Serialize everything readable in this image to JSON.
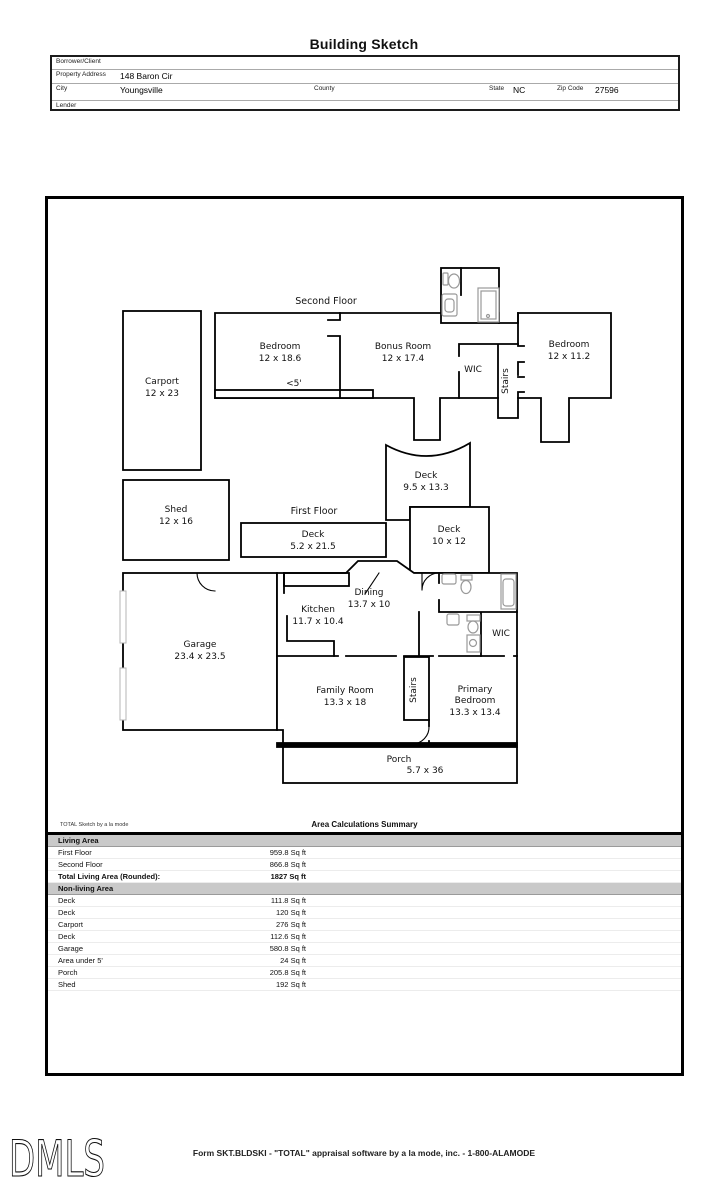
{
  "page": {
    "title": "Building Sketch"
  },
  "header_form": {
    "borrower_label": "Borrower/Client",
    "address_label": "Property Address",
    "address_value": "148 Baron Cir",
    "city_label": "City",
    "city_value": "Youngsville",
    "county_label": "County",
    "state_label": "State",
    "state_value": "NC",
    "zip_label": "Zip Code",
    "zip_value": "27596",
    "lender_label": "Lender"
  },
  "sketch": {
    "second_floor_title": "Second Floor",
    "first_floor_title": "First Floor",
    "rooms": {
      "carport": {
        "name": "Carport",
        "dims": "12 x 23"
      },
      "bedroom_left": {
        "name": "Bedroom",
        "dims": "12 x 18.6"
      },
      "under_five": {
        "name": "<5'"
      },
      "bonus": {
        "name": "Bonus Room",
        "dims": "12 x 17.4"
      },
      "wic_second": {
        "name": "WIC"
      },
      "stairs_second": {
        "name": "Stairs"
      },
      "bedroom_right": {
        "name": "Bedroom",
        "dims": "12 x 11.2"
      },
      "shed": {
        "name": "Shed",
        "dims": "12 x 16"
      },
      "deck_rect": {
        "name": "Deck",
        "dims": "5.2 x 21.5"
      },
      "deck_curved": {
        "name": "Deck",
        "dims": "9.5 x 13.3"
      },
      "deck_small": {
        "name": "Deck",
        "dims": "10 x 12"
      },
      "garage": {
        "name": "Garage",
        "dims": "23.4 x 23.5"
      },
      "kitchen": {
        "name": "Kitchen",
        "dims": "11.7 x 10.4"
      },
      "dining": {
        "name": "Dining",
        "dims": "13.7 x 10"
      },
      "wic_first": {
        "name": "WIC"
      },
      "family": {
        "name": "Family Room",
        "dims": "13.3 x 18"
      },
      "stairs_first": {
        "name": "Stairs"
      },
      "primary": {
        "line1": "Primary",
        "line2": "Bedroom",
        "dims": "13.3 x 13.4"
      },
      "porch": {
        "name": "Porch",
        "dims": "5.7 x 36"
      }
    }
  },
  "summary": {
    "watermark": "TOTAL Sketch by a la mode",
    "title": "Area Calculations Summary",
    "sections": [
      {
        "header": "Living Area",
        "rows": [
          [
            "First Floor",
            "959.8 Sq ft"
          ],
          [
            "Second Floor",
            "866.8 Sq ft"
          ]
        ],
        "total": [
          "Total Living Area (Rounded):",
          "1827 Sq ft"
        ]
      },
      {
        "header": "Non-living Area",
        "rows": [
          [
            "Deck",
            "111.8 Sq ft"
          ],
          [
            "Deck",
            "120 Sq ft"
          ],
          [
            "Carport",
            "276 Sq ft"
          ],
          [
            "Deck",
            "112.6 Sq ft"
          ],
          [
            "Garage",
            "580.8 Sq ft"
          ],
          [
            "Area under 5'",
            "24 Sq ft"
          ],
          [
            "Porch",
            "205.8 Sq ft"
          ],
          [
            "Shed",
            "192 Sq ft"
          ]
        ]
      }
    ]
  },
  "footer": {
    "logo": "DMLS",
    "form_line": "Form SKT.BLDSKI - \"TOTAL\" appraisal software by a la mode, inc. - 1-800-ALAMODE"
  }
}
